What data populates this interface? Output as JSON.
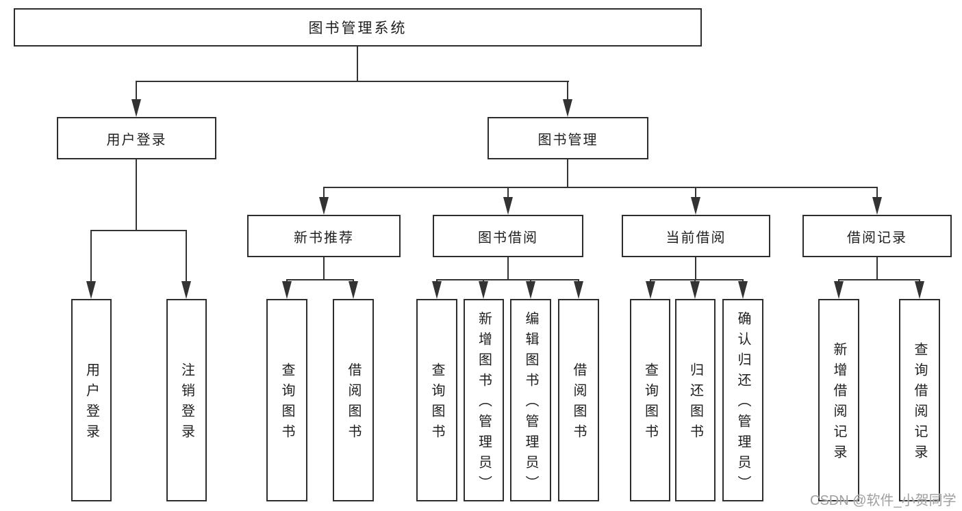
{
  "tree": {
    "label": "图书管理系统",
    "children": [
      {
        "label": "用户登录",
        "children": [
          {
            "label": "用户登录"
          },
          {
            "label": "注销登录"
          }
        ]
      },
      {
        "label": "图书管理",
        "children": [
          {
            "label": "新书推荐",
            "children": [
              {
                "label": "查询图书"
              },
              {
                "label": "借阅图书"
              }
            ]
          },
          {
            "label": "图书借阅",
            "children": [
              {
                "label": "查询图书"
              },
              {
                "label": "新增图书（管理员）"
              },
              {
                "label": "编辑图书（管理员）"
              },
              {
                "label": "借阅图书"
              }
            ]
          },
          {
            "label": "当前借阅",
            "children": [
              {
                "label": "查询图书"
              },
              {
                "label": "归还图书"
              },
              {
                "label": "确认归还（管理员）"
              }
            ]
          },
          {
            "label": "借阅记录",
            "children": [
              {
                "label": "新增借阅记录"
              },
              {
                "label": "查询借阅记录"
              }
            ]
          }
        ]
      }
    ]
  },
  "watermark": {
    "text": "CSDN @软件_小贺同学"
  },
  "colors": {
    "line": "#333333",
    "border": "#2d2d2d",
    "text": "#1f1f1f",
    "watermark": "#9f9f9f",
    "background": "#ffffff"
  }
}
